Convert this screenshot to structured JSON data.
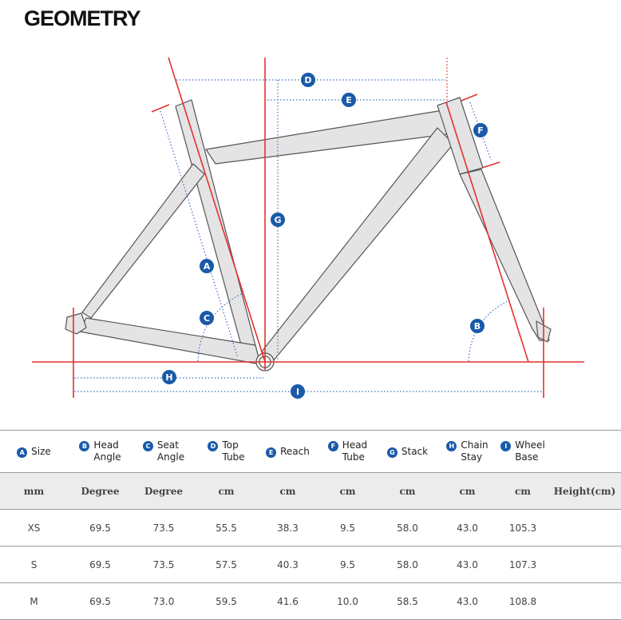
{
  "title": "GEOMETRY",
  "diagram_labels": [
    "A",
    "B",
    "C",
    "D",
    "E",
    "F",
    "G",
    "H",
    "I"
  ],
  "colors": {
    "accent_blue": "#1a5aa8",
    "dimension_red": "#e2322c",
    "frame_gray": "#e4e4e4"
  },
  "table": {
    "headers": [
      {
        "badge": "A",
        "label": "Size"
      },
      {
        "badge": "B",
        "label": "Head\nAngle"
      },
      {
        "badge": "C",
        "label": "Seat\nAngle"
      },
      {
        "badge": "D",
        "label": "Top\nTube"
      },
      {
        "badge": "E",
        "label": "Reach"
      },
      {
        "badge": "F",
        "label": "Head\nTube"
      },
      {
        "badge": "G",
        "label": "Stack"
      },
      {
        "badge": "H",
        "label": "Chain\nStay"
      },
      {
        "badge": "I",
        "label": "Wheel\nBase"
      },
      {
        "badge": "",
        "label": ""
      }
    ],
    "units": [
      "mm",
      "Degree",
      "Degree",
      "cm",
      "cm",
      "cm",
      "cm",
      "cm",
      "cm",
      "Height(cm)"
    ],
    "rows": [
      [
        "XS",
        "69.5",
        "73.5",
        "55.5",
        "38.3",
        "9.5",
        "58.0",
        "43.0",
        "105.3",
        ""
      ],
      [
        "S",
        "69.5",
        "73.5",
        "57.5",
        "40.3",
        "9.5",
        "58.0",
        "43.0",
        "107.3",
        ""
      ],
      [
        "M",
        "69.5",
        "73.0",
        "59.5",
        "41.6",
        "10.0",
        "58.5",
        "43.0",
        "108.8",
        ""
      ]
    ]
  }
}
